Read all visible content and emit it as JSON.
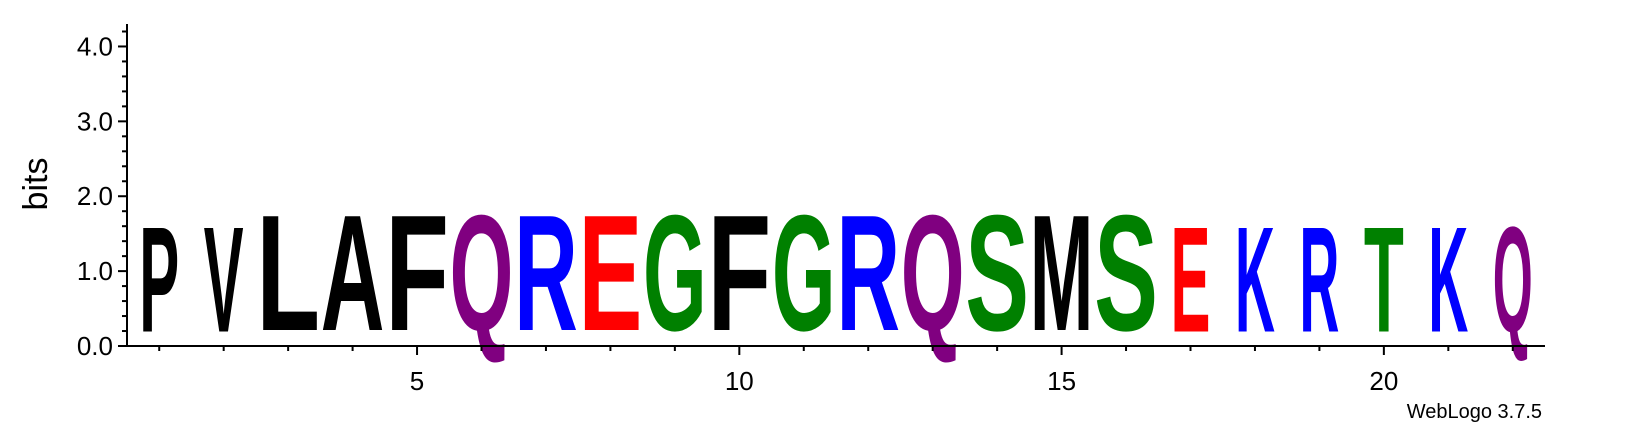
{
  "chart_data": {
    "type": "sequence-logo",
    "ylabel": "bits",
    "ylim": [
      0,
      4.3
    ],
    "y_ticks": [
      {
        "value": 0.0,
        "label": "0.0"
      },
      {
        "value": 1.0,
        "label": "1.0"
      },
      {
        "value": 2.0,
        "label": "2.0"
      },
      {
        "value": 3.0,
        "label": "3.0"
      },
      {
        "value": 4.0,
        "label": "4.0"
      }
    ],
    "xlim": [
      0.5,
      22.5
    ],
    "x_ticks": [
      {
        "value": 5,
        "label": "5"
      },
      {
        "value": 10,
        "label": "10"
      },
      {
        "value": 15,
        "label": "15"
      },
      {
        "value": 20,
        "label": "20"
      }
    ],
    "positions": [
      {
        "pos": 1,
        "letter": "P",
        "height": 1.62,
        "color": "#000000"
      },
      {
        "pos": 2,
        "letter": "V",
        "height": 1.62,
        "color": "#000000"
      },
      {
        "pos": 3,
        "letter": "L",
        "height": 1.78,
        "color": "#000000"
      },
      {
        "pos": 4,
        "letter": "A",
        "height": 1.78,
        "color": "#000000"
      },
      {
        "pos": 5,
        "letter": "F",
        "height": 1.78,
        "color": "#000000"
      },
      {
        "pos": 6,
        "letter": "Q",
        "height": 1.78,
        "color": "#800080"
      },
      {
        "pos": 7,
        "letter": "R",
        "height": 1.78,
        "color": "#0000ff"
      },
      {
        "pos": 8,
        "letter": "E",
        "height": 1.78,
        "color": "#ff0000"
      },
      {
        "pos": 9,
        "letter": "G",
        "height": 1.78,
        "color": "#008000"
      },
      {
        "pos": 10,
        "letter": "F",
        "height": 1.78,
        "color": "#000000"
      },
      {
        "pos": 11,
        "letter": "G",
        "height": 1.78,
        "color": "#008000"
      },
      {
        "pos": 12,
        "letter": "R",
        "height": 1.78,
        "color": "#0000ff"
      },
      {
        "pos": 13,
        "letter": "Q",
        "height": 1.78,
        "color": "#800080"
      },
      {
        "pos": 14,
        "letter": "S",
        "height": 1.78,
        "color": "#008000"
      },
      {
        "pos": 15,
        "letter": "M",
        "height": 1.78,
        "color": "#000000"
      },
      {
        "pos": 16,
        "letter": "S",
        "height": 1.78,
        "color": "#008000"
      },
      {
        "pos": 17,
        "letter": "E",
        "height": 1.62,
        "color": "#ff0000"
      },
      {
        "pos": 18,
        "letter": "K",
        "height": 1.62,
        "color": "#0000ff"
      },
      {
        "pos": 19,
        "letter": "R",
        "height": 1.62,
        "color": "#0000ff"
      },
      {
        "pos": 20,
        "letter": "T",
        "height": 1.62,
        "color": "#008000"
      },
      {
        "pos": 21,
        "letter": "K",
        "height": 1.62,
        "color": "#0000ff"
      },
      {
        "pos": 22,
        "letter": "Q",
        "height": 1.62,
        "color": "#800080"
      }
    ]
  },
  "credit": "WebLogo 3.7.5"
}
